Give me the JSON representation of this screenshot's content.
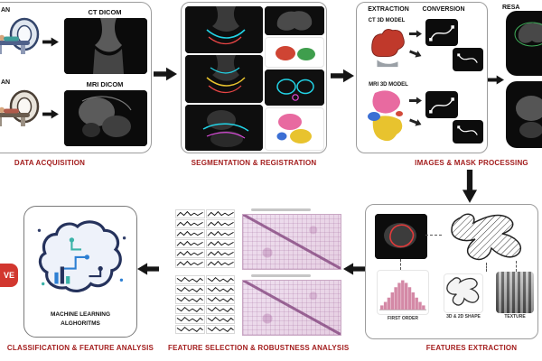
{
  "colors": {
    "caption_red": "#A31D1D",
    "badge_red": "#D2372F",
    "ct_model_red": "#C0392B",
    "mri_model_pink": "#E86AA0",
    "mri_model_yellow": "#E8C32E",
    "contour_cyan": "#22D3E6",
    "heatmap_pink": "#E6CFE2"
  },
  "acquisition": {
    "caption": "DATA ACQUISITION",
    "ct_scan_fragment": "AN",
    "mri_scan_fragment": "AN",
    "ct_dicom": "CT DICOM",
    "mri_dicom": "MRI DICOM"
  },
  "segmentation": {
    "caption": "SEGMENTATION & REGISTRATION"
  },
  "processing": {
    "caption": "IMAGES & MASK PROCESSING",
    "extraction": "EXTRACTION",
    "conversion": "CONVERSION",
    "resampling_fragment": "RESA",
    "ct_model": "CT 3D MODEL",
    "mri_model": "MRI 3D MODEL"
  },
  "features": {
    "caption": "FEATURES EXTRACTION",
    "first_order": "FIRST ORDER",
    "shape": "3D & 2D SHAPE",
    "texture": "TEXTURE"
  },
  "selection": {
    "caption": "FEATURE SELECTION & ROBUSTNESS ANALYSIS"
  },
  "classification": {
    "caption": "CLASSIFICATION & FEATURE ANALYSIS",
    "ml_line1": "MACHINE LEARNING",
    "ml_line2": "ALGHORITMS",
    "badge_fragment": "VE"
  }
}
